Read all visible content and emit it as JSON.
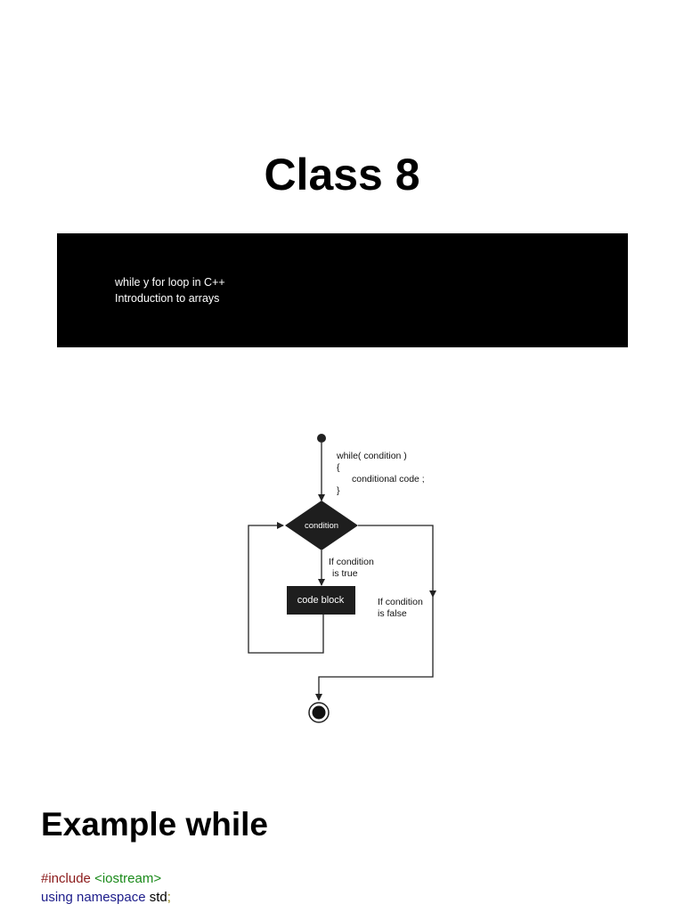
{
  "document": {
    "title": "Class 8",
    "banner": {
      "lines": [
        "while y for loop in C++",
        "Introduction to arrays"
      ]
    },
    "diagram": {
      "syntax_lines": [
        "while( condition )",
        "{",
        "conditional code ;",
        "}"
      ],
      "decision_label": "condition",
      "process_label": "code block",
      "true_branch_lines": [
        "If condition",
        "is true"
      ],
      "false_branch_lines": [
        "If condition",
        "is false"
      ]
    },
    "section_heading": "Example while",
    "code": {
      "line1": {
        "directive": "#include",
        "header": "<iostream>"
      },
      "line2": {
        "kw1": "using",
        "kw2": "namespace",
        "ident": "std",
        "punct": ";"
      }
    }
  }
}
